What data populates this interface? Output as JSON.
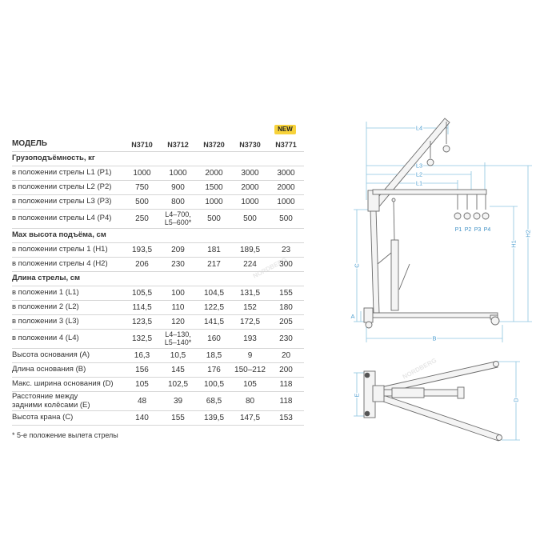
{
  "colors": {
    "text": "#333333",
    "divider": "#d6d6d6",
    "new_badge": "#f7d23a",
    "dimension": "#8cc4e0",
    "dimension_label": "#4f9fd0",
    "drawing": "#6b6b6b"
  },
  "table": {
    "header": {
      "label": "МОДЕЛЬ",
      "models": [
        "N3710",
        "N3712",
        "N3720",
        "N3730",
        "N3771"
      ],
      "new_badge": "NEW"
    },
    "rows": [
      {
        "label": "Грузоподъёмность, кг"
      },
      {
        "label": "в положении стрелы L1 (P1)",
        "values": [
          "1000",
          "1000",
          "2000",
          "3000",
          "3000"
        ]
      },
      {
        "label": "в положении стрелы L2 (P2)",
        "values": [
          "750",
          "900",
          "1500",
          "2000",
          "2000"
        ]
      },
      {
        "label": "в положении стрелы L3 (P3)",
        "values": [
          "500",
          "800",
          "1000",
          "1000",
          "1000"
        ]
      },
      {
        "label": "в положении стрелы L4 (P4)",
        "values": [
          "250",
          "L4–700,\nL5–600*",
          "500",
          "500",
          "500"
        ]
      },
      {
        "label": "Max высота подъёма, см"
      },
      {
        "label": "в положении стрелы 1 (H1)",
        "values": [
          "193,5",
          "209",
          "181",
          "189,5",
          "23"
        ]
      },
      {
        "label": "в положении стрелы 4 (H2)",
        "values": [
          "206",
          "230",
          "217",
          "224",
          "300"
        ]
      },
      {
        "label": "Длина стрелы, см"
      },
      {
        "label": "в положении 1 (L1)",
        "values": [
          "105,5",
          "100",
          "104,5",
          "131,5",
          "155"
        ]
      },
      {
        "label": "в положении 2 (L2)",
        "values": [
          "114,5",
          "110",
          "122,5",
          "152",
          "180"
        ]
      },
      {
        "label": "в положении 3 (L3)",
        "values": [
          "123,5",
          "120",
          "141,5",
          "172,5",
          "205"
        ]
      },
      {
        "label": "в положении 4 (L4)",
        "values": [
          "132,5",
          "L4–130,\nL5–140*",
          "160",
          "193",
          "230"
        ]
      },
      {
        "label": "Высота основания (A)",
        "values": [
          "16,3",
          "10,5",
          "18,5",
          "9",
          "20"
        ]
      },
      {
        "label": "Длина основания (B)",
        "values": [
          "156",
          "145",
          "176",
          "150–212",
          "200"
        ]
      },
      {
        "label": "Макс. ширина основания (D)",
        "values": [
          "105",
          "102,5",
          "100,5",
          "105",
          "118"
        ]
      },
      {
        "label": "Расстояние между\nзадними колёсами (E)",
        "values": [
          "48",
          "39",
          "68,5",
          "80",
          "118"
        ]
      },
      {
        "label": "Высота крана (C)",
        "values": [
          "140",
          "155",
          "139,5",
          "147,5",
          "153"
        ]
      }
    ],
    "footnote": "* 5-е положение вылета стрелы"
  },
  "diagram": {
    "dimension_labels": {
      "l4": "L4",
      "l3": "L3",
      "l2": "L2",
      "l1": "L1",
      "h1": "H1",
      "h2": "H2",
      "c": "C",
      "a": "A",
      "b": "B",
      "d": "D",
      "e": "E"
    },
    "hook_labels": [
      "P1",
      "P2",
      "P3",
      "P4"
    ]
  },
  "watermark": "NORDBERG"
}
